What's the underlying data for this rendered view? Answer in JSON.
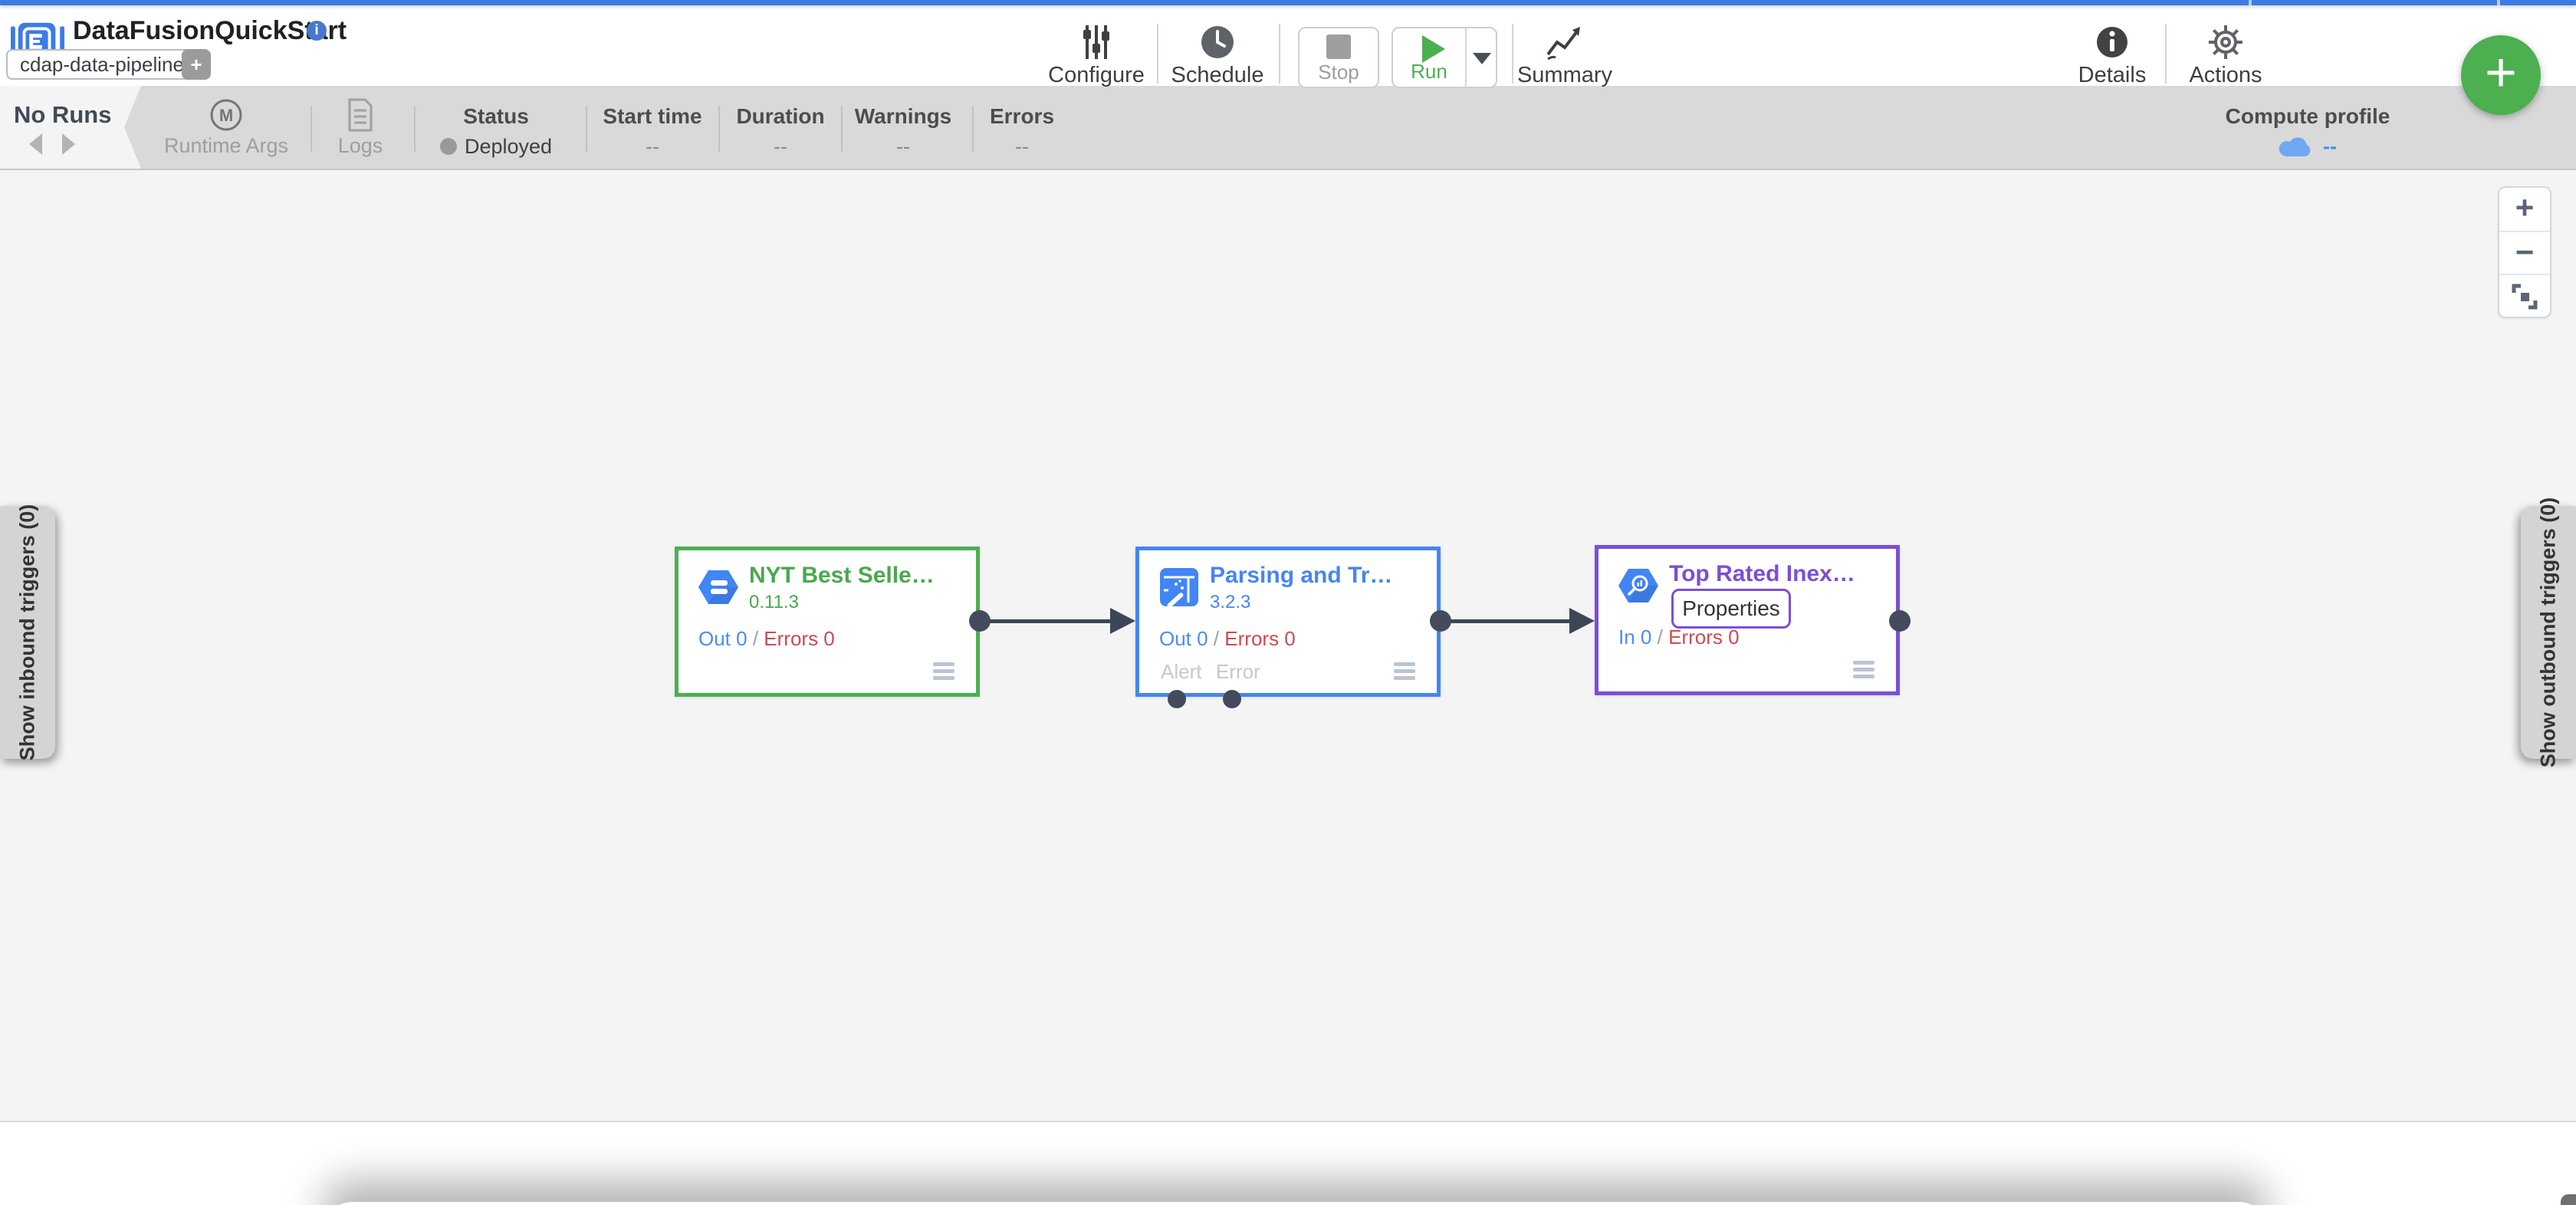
{
  "header": {
    "title": "DataFusionQuickStart",
    "info_glyph": "i",
    "tag": "cdap-data-pipeline",
    "tag_add_label": "+",
    "fab_label": "+"
  },
  "toolbar": {
    "configure_label": "Configure",
    "schedule_label": "Schedule",
    "stop_label": "Stop",
    "run_label": "Run",
    "summary_label": "Summary",
    "details_label": "Details",
    "actions_label": "Actions"
  },
  "statusbar": {
    "no_runs_label": "No Runs",
    "runtime_args_label": "Runtime Args",
    "runtime_args_icon_glyph": "M",
    "logs_label": "Logs",
    "status_label": "Status",
    "status_value": "Deployed",
    "start_time_label": "Start time",
    "start_time_value": "--",
    "duration_label": "Duration",
    "duration_value": "--",
    "warnings_label": "Warnings",
    "warnings_value": "--",
    "errors_label": "Errors",
    "errors_value": "--",
    "compute_profile_label": "Compute profile",
    "compute_profile_value": "--"
  },
  "canvas": {
    "left_tab_label": "Show inbound triggers (0)",
    "right_tab_label": "Show outbound triggers (0)",
    "zoom_in_label": "+",
    "zoom_out_label": "−",
    "nodes": [
      {
        "title": "NYT Best Selle…",
        "version": "0.11.3",
        "metric_main": "Out 0",
        "metric_slash": "/",
        "metric_errors": "Errors 0"
      },
      {
        "title": "Parsing and Tr…",
        "version": "3.2.3",
        "metric_main": "Out 0",
        "metric_slash": "/",
        "metric_errors": "Errors 0",
        "alert_port_label": "Alert",
        "error_port_label": "Error"
      },
      {
        "title": "Top Rated Inex…",
        "properties_label": "Properties",
        "metric_main": "In 0",
        "metric_slash": "/",
        "metric_errors": "Errors 0"
      }
    ]
  },
  "colors": {
    "topbar_blue": "#3d7be5",
    "run_green": "#4caf50",
    "node_source_green": "#4caf50",
    "node_transform_blue": "#4586f0",
    "node_sink_purple": "#7a4fd8",
    "metric_blue": "#4b8cf5",
    "metric_error_red": "#ce4a52",
    "port_dark": "#3d4656",
    "plugin_icon_blue": "#4285f4"
  }
}
